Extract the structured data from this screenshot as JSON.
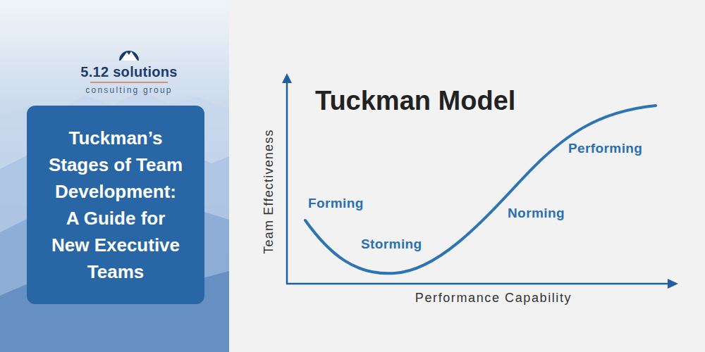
{
  "diagram": {
    "title": "Tuckman Model",
    "nodes": [
      {
        "text": [
          "Tuckman’s Stages of Team Development: A Guide for New Executive Teams"
        ]
      }
    ],
    "labels": [
      "5.12 solutions",
      "consulting group",
      "Team Effectiveness",
      "Performance Capability",
      "Forming",
      "Storming",
      "Norming",
      "Performing"
    ]
  }
}
